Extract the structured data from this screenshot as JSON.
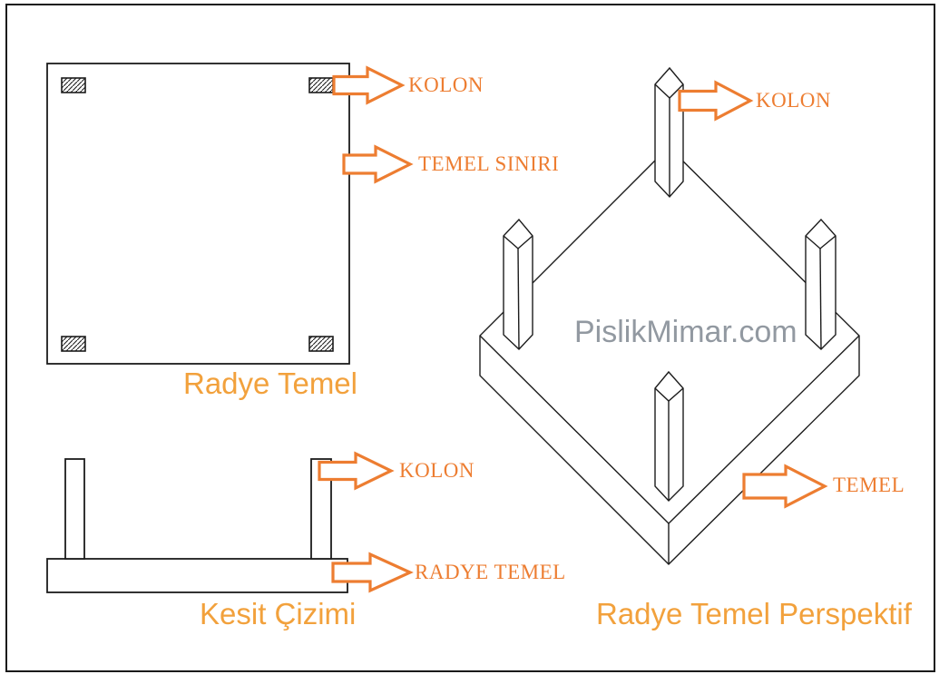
{
  "colors": {
    "background": "#ffffff",
    "frame": "#1a1a1a",
    "line": "#1c1c1c",
    "arrow": "#ED7D31",
    "label_text": "#ED7D31",
    "title_text": "#F2A13C",
    "watermark_text": "#9299A1"
  },
  "plan_view": {
    "title": "Radye Temel",
    "kolon_label": "KOLON",
    "temel_siniri_label": "TEMEL SINIRI"
  },
  "section_view": {
    "title": "Kesit Çizimi",
    "kolon_label": "KOLON",
    "radye_temel_label": "RADYE TEMEL"
  },
  "perspective_view": {
    "title": "Radye Temel Perspektif",
    "kolon_label": "KOLON",
    "temel_label": "TEMEL",
    "watermark": "PislikMimar.com"
  }
}
